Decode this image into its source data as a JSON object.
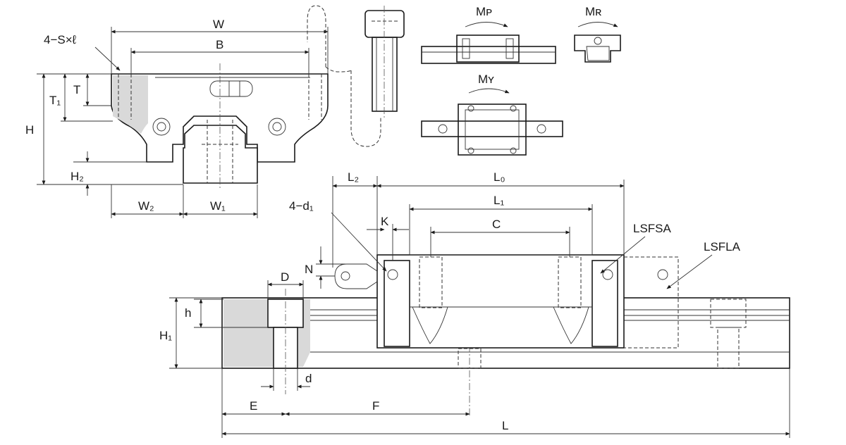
{
  "labels": {
    "W": "W",
    "B": "B",
    "tap": "4−S×ℓ",
    "H": "H",
    "T1": "T₁",
    "T": "T",
    "H2": "H₂",
    "W2": "W₂",
    "W1": "W₁",
    "MP": "Mᴘ",
    "MR": "Mʀ",
    "MY": "Mʏ",
    "L2": "L₂",
    "L0": "L₀",
    "L1": "L₁",
    "d1": "4−d₁",
    "K": "K",
    "C": "C",
    "N": "N",
    "D": "D",
    "h": "h",
    "H1": "H₁",
    "d": "d",
    "E": "E",
    "F": "F",
    "L": "L",
    "LSFSA": "LSFSA",
    "LSFLA": "LSFLA"
  },
  "colors": {
    "line": "#1a1a1a",
    "shade": "#d9d9d9",
    "background": "#ffffff"
  }
}
